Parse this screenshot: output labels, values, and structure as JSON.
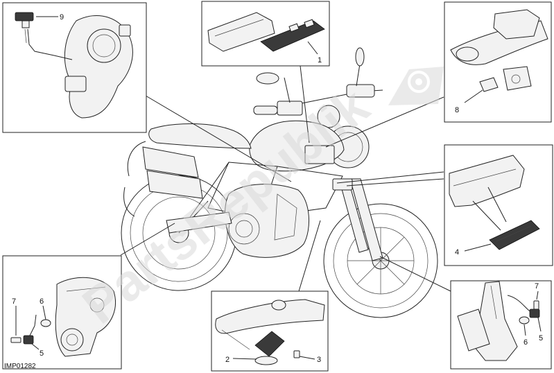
{
  "diagram": {
    "code": "IMP01282",
    "watermark": "PartsRepublik",
    "callouts": {
      "ecu": "1",
      "horn": "2",
      "horn_bolt": "3",
      "regulator": "4",
      "rear_speed_sensor": "5",
      "rear_washer": "6",
      "rear_bolt": "7",
      "side_stand_switch": "8",
      "sensor_top": "9",
      "front_bolt": "7",
      "front_washer": "6",
      "front_speed_sensor": "5"
    }
  }
}
